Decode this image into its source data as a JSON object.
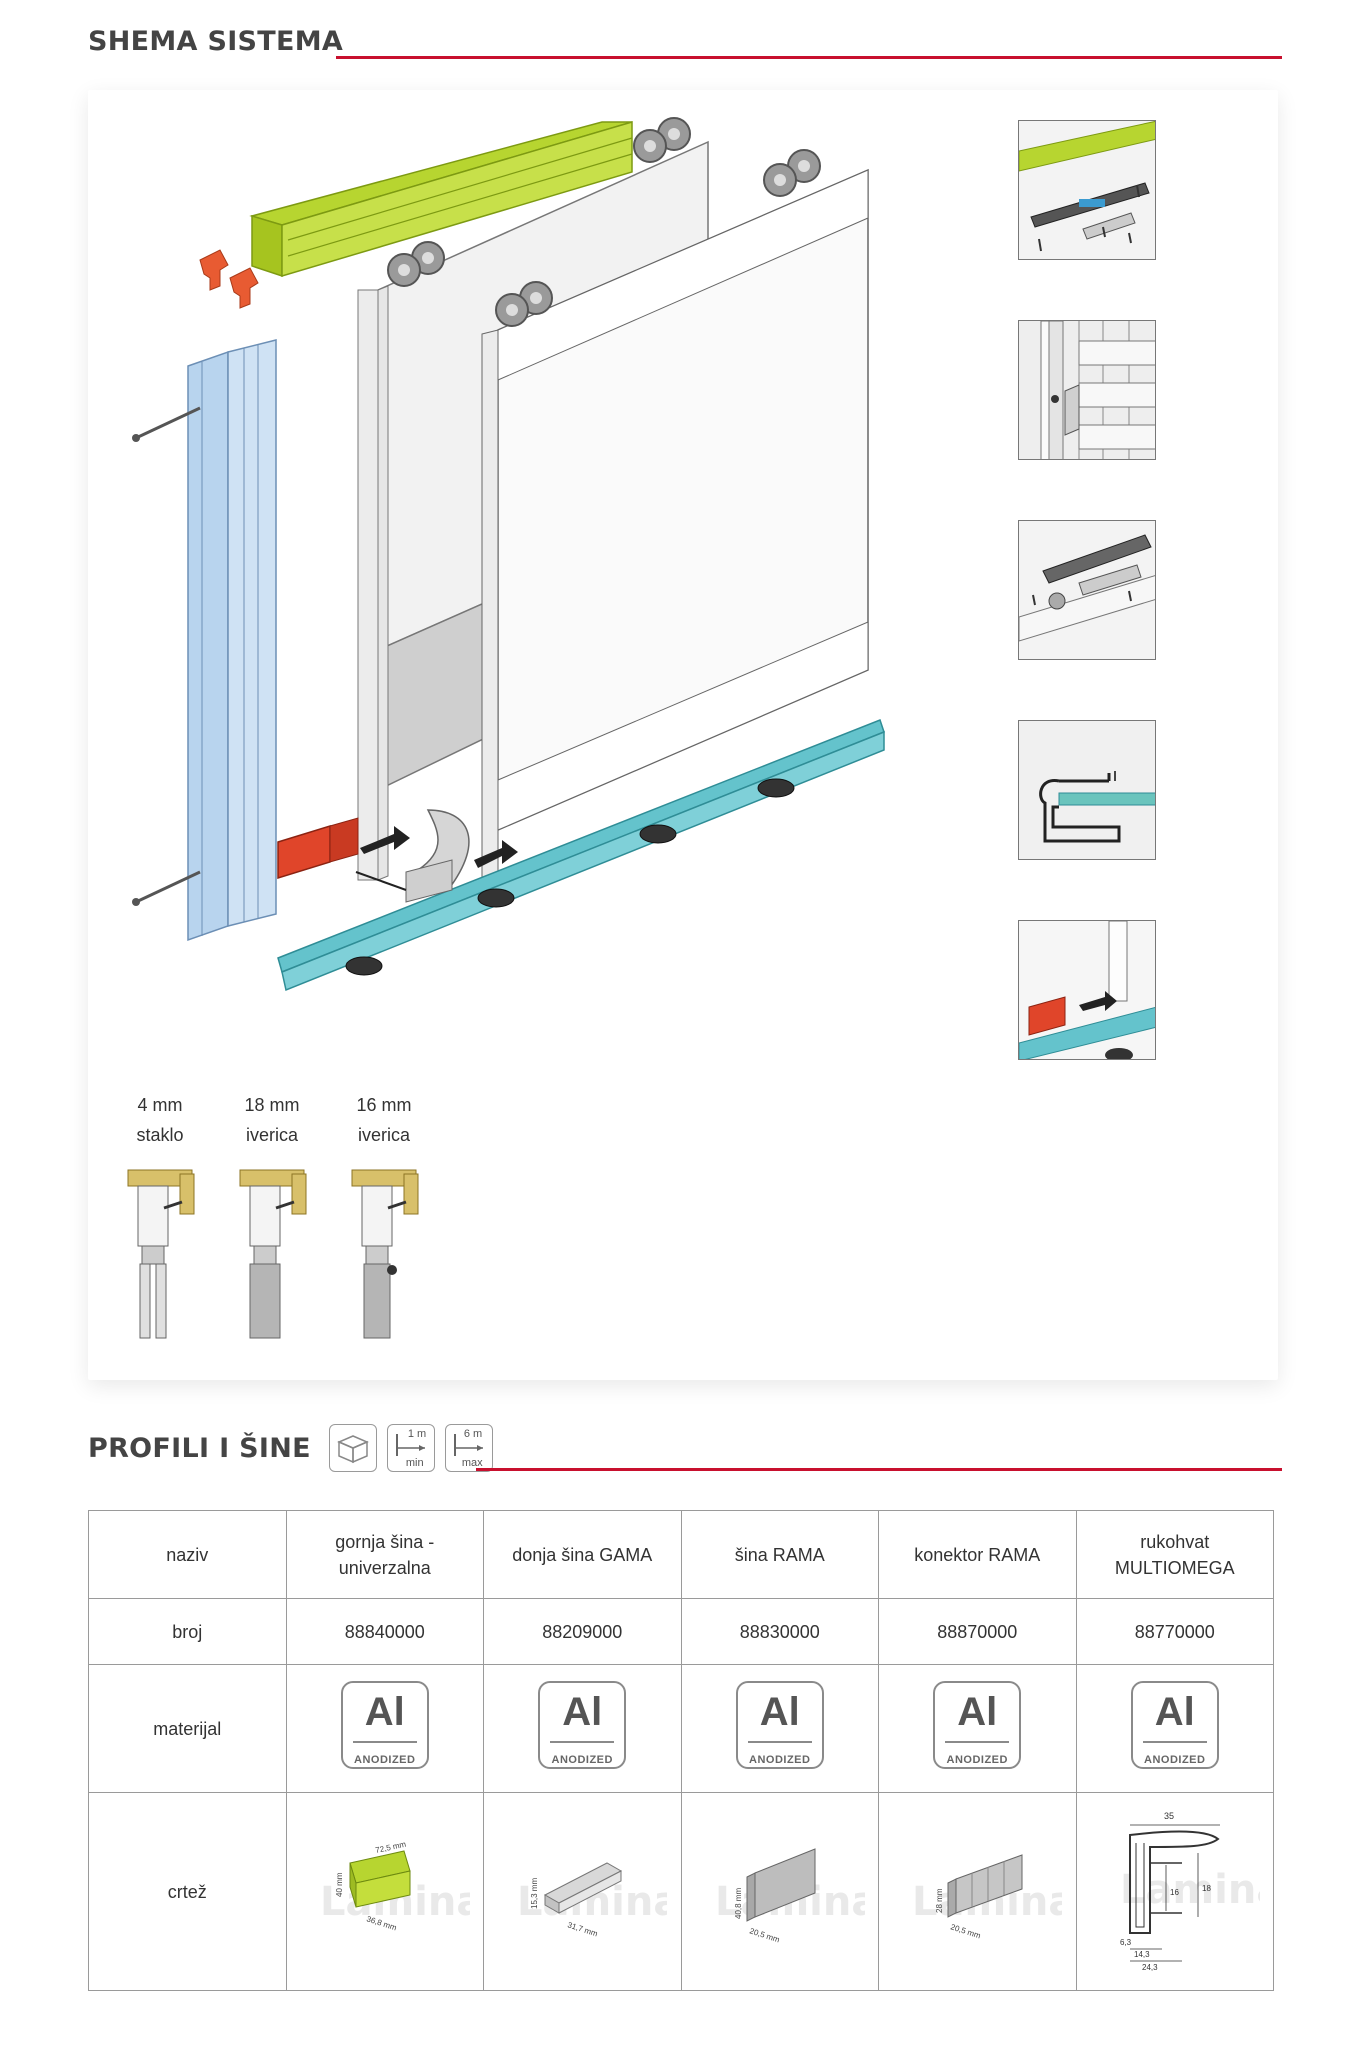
{
  "schema_section": {
    "title": "SHEMA SISTEMA",
    "profiles": [
      {
        "size": "4 mm",
        "material": "staklo"
      },
      {
        "size": "18 mm",
        "material": "iverica"
      },
      {
        "size": "16 mm",
        "material": "iverica"
      }
    ]
  },
  "profiles_section": {
    "title": "PROFILI I ŠINE",
    "icons": [
      {
        "name": "package-icon",
        "top": "",
        "bottom": ""
      },
      {
        "name": "length-min-icon",
        "top": "1 m",
        "bottom": "min"
      },
      {
        "name": "length-max-icon",
        "top": "6 m",
        "bottom": "max"
      }
    ]
  },
  "table": {
    "rows": [
      {
        "label": "naziv",
        "cells": [
          "gornja šina - univerzalna",
          "donja šina GAMA",
          "šina RAMA",
          "konektor RAMA",
          "rukohvat MULTIOMEGA"
        ]
      },
      {
        "label": "broj",
        "cells": [
          "88840000",
          "88209000",
          "88830000",
          "88870000",
          "88770000"
        ]
      },
      {
        "label": "materijal",
        "badge_big": "Al",
        "badge_small": "ANODIZED"
      },
      {
        "label": "crtež"
      }
    ],
    "drawing_dims": [
      {
        "a": "40 mm",
        "b": "72,5 mm",
        "c": "36,8 mm"
      },
      {
        "a": "15,3 mm",
        "b": "31,7 mm"
      },
      {
        "a": "40,8 mm",
        "b": "20,5 mm"
      },
      {
        "a": "28 mm",
        "b": "20,5 mm"
      },
      {
        "a": "35",
        "b": "16",
        "c": "18",
        "d": "6,3",
        "e": "14,3",
        "f": "24,3"
      }
    ]
  },
  "colors": {
    "accent": "#c8102e",
    "top_rail": "#b7d530",
    "bottom_rail": "#64c3cc",
    "side_profile": "#b8d4ee",
    "stopper": "#e0452a"
  }
}
